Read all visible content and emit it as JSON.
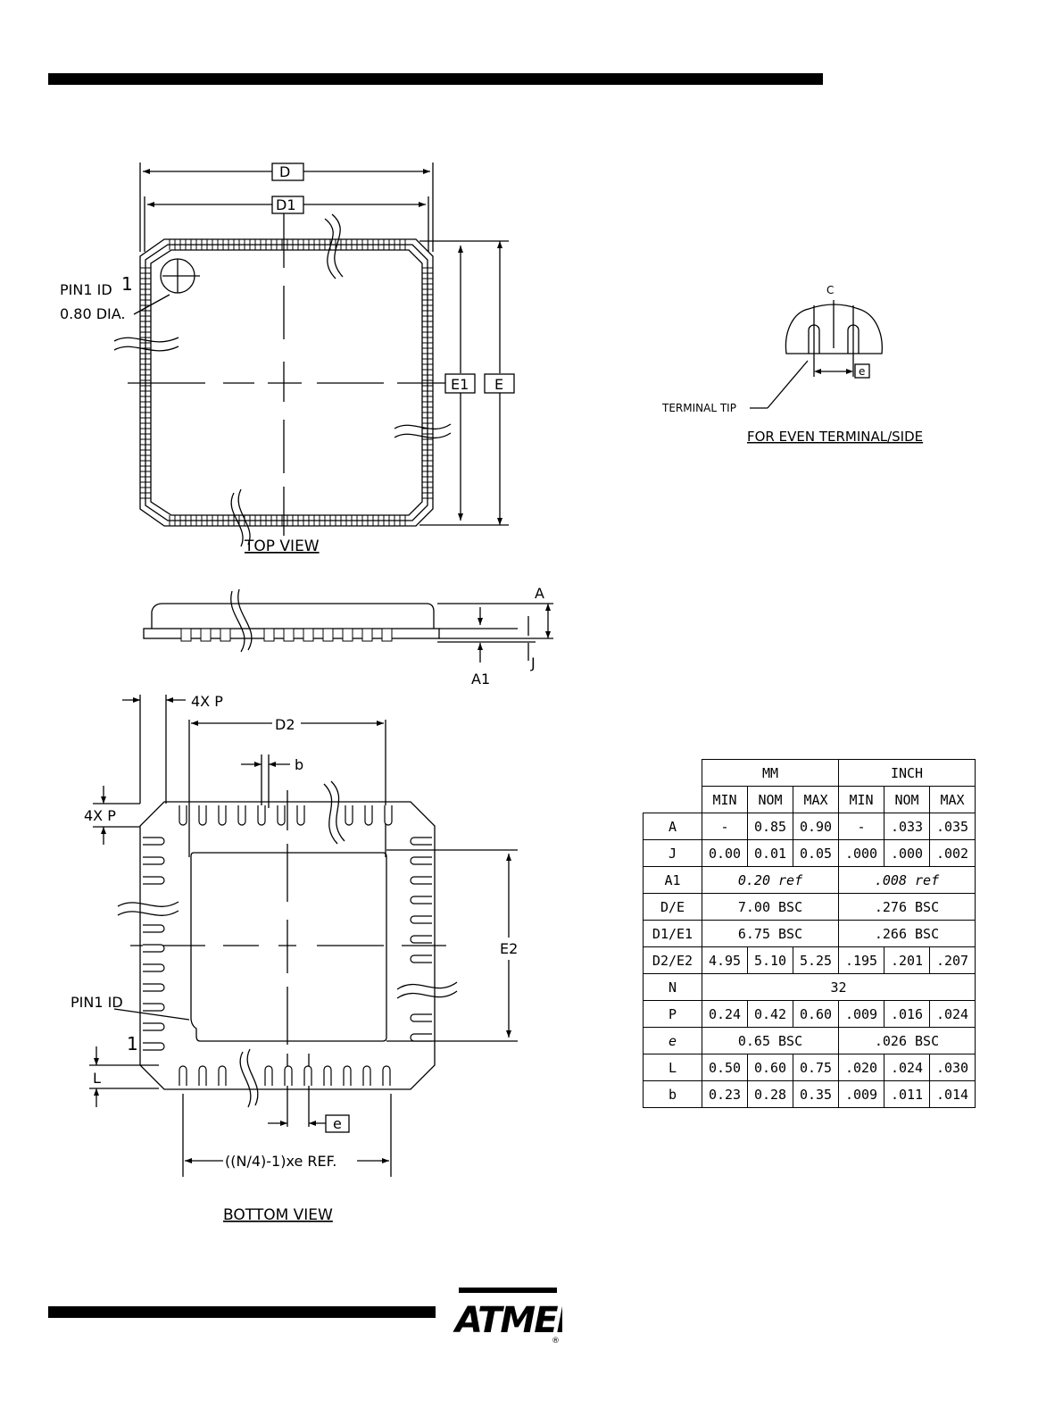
{
  "header": {
    "accent": "#000000"
  },
  "top_view": {
    "label_d": "D",
    "label_d1": "D1",
    "label_e1": "E1",
    "label_e": "E",
    "pin1_number": "1",
    "pin1_id": "PIN1 ID",
    "pin1_dia": "0.80 DIA.",
    "title": "TOP VIEW"
  },
  "side_view": {
    "label_a": "A",
    "label_a1": "A1",
    "label_j": "J"
  },
  "bottom_view": {
    "label_4xp_top": "4X P",
    "label_d2": "D2",
    "label_b": "b",
    "label_4xp_left": "4X P",
    "label_e2": "E2",
    "pin1_id": "PIN1 ID",
    "pin1_number": "1",
    "label_l": "L",
    "label_e": "e",
    "label_ref": "((N/4)-1)xe REF.",
    "title": "BOTTOM VIEW"
  },
  "terminal_detail": {
    "centerline": "C",
    "label_e": "e",
    "terminal_tip": "TERMINAL TIP",
    "caption": "FOR EVEN TERMINAL/SIDE"
  },
  "table": {
    "group_mm": "MM",
    "group_inch": "INCH",
    "sub_headers": [
      "MIN",
      "NOM",
      "MAX",
      "MIN",
      "NOM",
      "MAX"
    ],
    "rows": [
      {
        "sym": "A",
        "cells": [
          "-",
          "0.85",
          "0.90",
          "-",
          ".033",
          ".035"
        ]
      },
      {
        "sym": "J",
        "cells": [
          "0.00",
          "0.01",
          "0.05",
          ".000",
          ".000",
          ".002"
        ]
      },
      {
        "sym": "A1",
        "mm": "0.20 ref",
        "inch": ".008 ref"
      },
      {
        "sym": "D/E",
        "mm": "7.00 BSC",
        "inch": ".276 BSC"
      },
      {
        "sym": "D1/E1",
        "mm": "6.75 BSC",
        "inch": ".266 BSC"
      },
      {
        "sym": "D2/E2",
        "cells": [
          "4.95",
          "5.10",
          "5.25",
          ".195",
          ".201",
          ".207"
        ]
      },
      {
        "sym": "N",
        "all": "32"
      },
      {
        "sym": "P",
        "cells": [
          "0.24",
          "0.42",
          "0.60",
          ".009",
          ".016",
          ".024"
        ]
      },
      {
        "sym": "e",
        "mm": "0.65 BSC",
        "inch": ".026 BSC"
      },
      {
        "sym": "L",
        "cells": [
          "0.50",
          "0.60",
          "0.75",
          ".020",
          ".024",
          ".030"
        ]
      },
      {
        "sym": "b",
        "cells": [
          "0.23",
          "0.28",
          "0.35",
          ".009",
          ".011",
          ".014"
        ]
      }
    ]
  },
  "footer": {
    "logo_text": "ATMEL",
    "registered": "®"
  }
}
